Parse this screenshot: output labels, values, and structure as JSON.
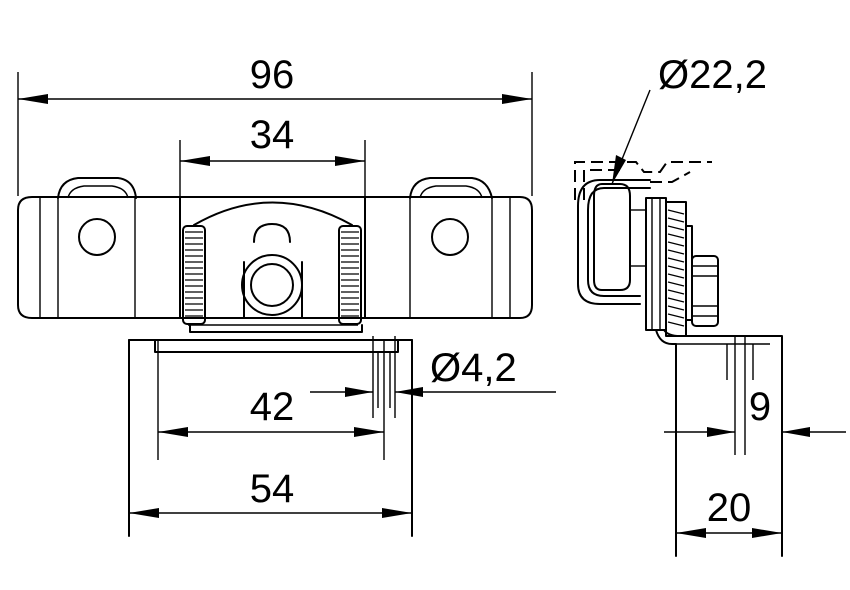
{
  "dimensions": {
    "overall_width": "96",
    "roller_span": "34",
    "hole_spacing": "42",
    "base_width": "54",
    "hole_diameter": "Ø4,2",
    "wheel_diameter": "Ø22,2",
    "side_offset": "9",
    "side_depth": "20"
  },
  "colors": {
    "line": "#000000",
    "background": "#ffffff"
  }
}
